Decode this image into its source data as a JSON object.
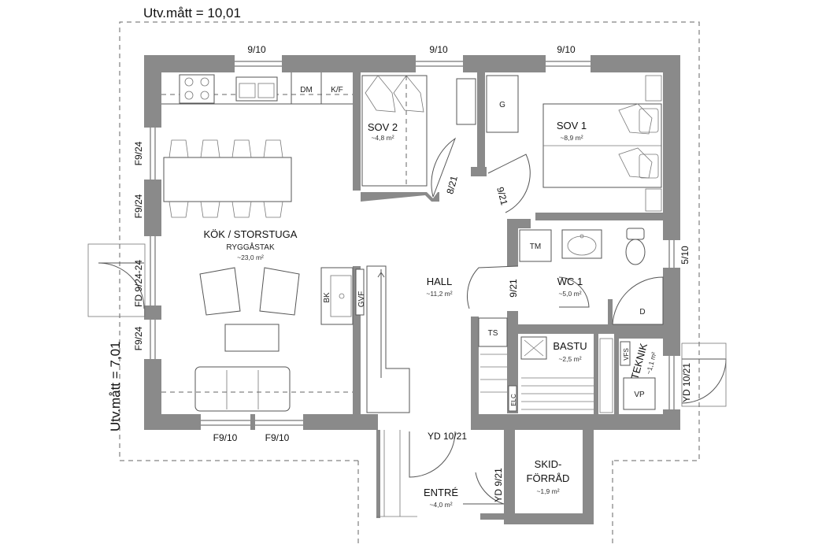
{
  "dimensions": {
    "width_label": "Utv.mått = 10,01",
    "height_label": "Utv.mått = 7,01"
  },
  "rooms": {
    "kok": {
      "name": "KÖK / STORSTUGA",
      "sub": "RYGGÅSTAK",
      "area": "~23,0 m²"
    },
    "sov2": {
      "name": "SOV 2",
      "area": "~4,8 m²"
    },
    "sov1": {
      "name": "SOV 1",
      "area": "~8,9 m²"
    },
    "hall": {
      "name": "HALL",
      "area": "~11,2 m²"
    },
    "wc1": {
      "name": "WC 1",
      "area": "~5,0 m²"
    },
    "bastu": {
      "name": "BASTU",
      "area": "~2,5 m²"
    },
    "teknik": {
      "name": "TEKNIK",
      "area": "~1,1 m²"
    },
    "entre": {
      "name": "ENTRÉ",
      "area": "~4,0 m²"
    },
    "skid_line1": "SKID-",
    "skid_line2": "FÖRRÅD",
    "skid_area": "~1,9 m²"
  },
  "windows": {
    "top_1": "9/10",
    "top_2": "9/10",
    "top_3": "9/10",
    "left_1": "F9/24",
    "left_2": "F9/24",
    "left_door": "FD 9/24-24",
    "left_3": "F9/24",
    "bottom_1": "F9/10",
    "bottom_2": "F9/10",
    "right": "5/10"
  },
  "doors": {
    "sov2": "8/21",
    "sov1": "9/21",
    "wc": "9/21",
    "entrance": "YD 10/21",
    "skid": "YD 9/21",
    "right": "YD 10/21"
  },
  "fixtures": {
    "dm": "DM",
    "kf": "K/F",
    "g": "G",
    "tm": "TM",
    "d": "D",
    "ts": "TS",
    "bk": "BK",
    "gvf": "GVF",
    "vp": "VP",
    "vfs": "VFS",
    "elc": "ELC"
  }
}
